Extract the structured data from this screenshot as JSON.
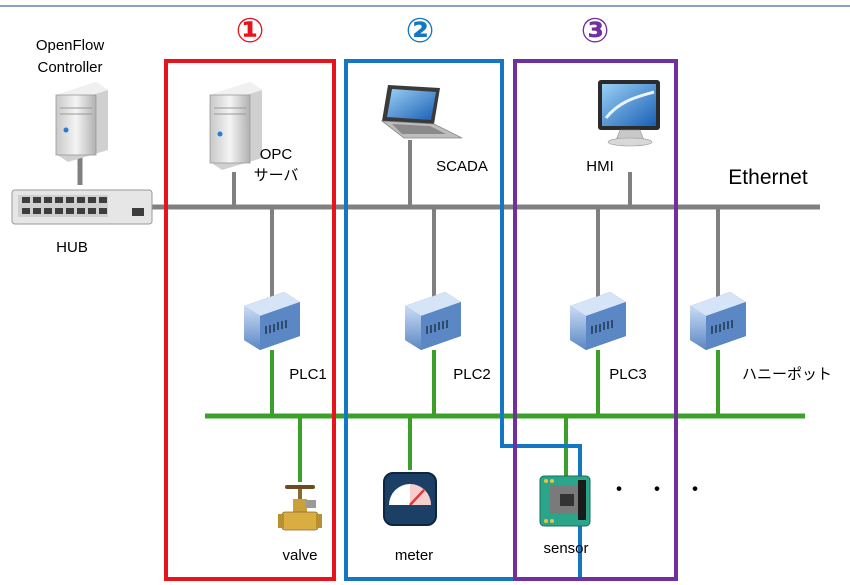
{
  "zones": [
    {
      "number": "①",
      "color": "#e8141b"
    },
    {
      "number": "②",
      "color": "#1477c4"
    },
    {
      "number": "③",
      "color": "#7030a0"
    }
  ],
  "colors": {
    "ethernet": "#808080",
    "field_bus": "#3aa02a",
    "top_rule": "#8aa0c8"
  },
  "labels": {
    "controller_line1": "OpenFlow",
    "controller_line2": "Controller",
    "hub": "HUB",
    "opc_line1": "OPC",
    "opc_line2": "サーバ",
    "scada": "SCADA",
    "hmi": "HMI",
    "ethernet": "Ethernet",
    "plc1": "PLC1",
    "plc2": "PLC2",
    "plc3": "PLC3",
    "honeypot": "ハニーポット",
    "valve": "valve",
    "meter": "meter",
    "sensor": "sensor",
    "ellipsis": "・・・"
  },
  "icons": [
    "server-icon",
    "hub-icon",
    "laptop-icon",
    "monitor-icon",
    "plc-icon",
    "valve-icon",
    "meter-icon",
    "sensor-icon"
  ]
}
